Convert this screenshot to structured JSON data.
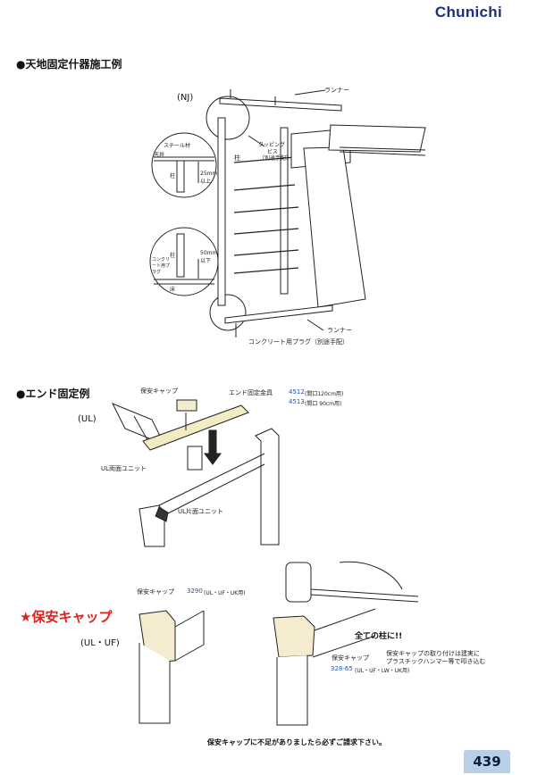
{
  "brand": "Chunichi",
  "section1": {
    "title": "●天地固定什器施工例",
    "variant": "(NJ)",
    "labels": {
      "runner_top": "ランナー",
      "steel": "スチール材",
      "ceiling": "天井",
      "pillar_detail": "柱",
      "dim_top": "25mm 以上",
      "tapping1": "タッピング",
      "tapping2": "ビス",
      "tapping3": "（別途手配）",
      "pillar": "柱",
      "concrete_plug_short": "コンクリート用プラグ",
      "pillar_detail2": "柱",
      "dim_bottom": "50mm 以下",
      "floor": "床",
      "runner_bottom": "ランナー",
      "plug_note": "コンクリート用プラグ（別途手配）"
    }
  },
  "section2": {
    "title": "●エンド固定例",
    "variant": "(UL)",
    "safety_cap": "保安キャップ",
    "end_fix": "エンド固定金具",
    "part_4512": "4512",
    "part_4512_desc": "(間口120cm用)",
    "part_4513": "4513",
    "part_4513_desc": "(間口 90cm用)",
    "ul_double": "UL両面ユニット",
    "ul_single": "UL片面ユニット"
  },
  "section3": {
    "title": "★保安キャップ",
    "variant": "(UL・UF)",
    "cap_label": "保安キャップ",
    "cap_code": "3290",
    "cap_code_desc": "(UL・UF・UK用)",
    "all_pillars": "全ての柱に!!",
    "note1": "保安キャップの取り付けは建実に",
    "note2": "プラスチックハンマー等で叩き込む",
    "cap_label2": "保安キャップ",
    "cap_code2": "328-65",
    "cap_code2_desc": "(UL・UF・LW・UK用)"
  },
  "footer": "保安キャップに不足がありましたら必ずご請求下さい。",
  "page_number": "439"
}
